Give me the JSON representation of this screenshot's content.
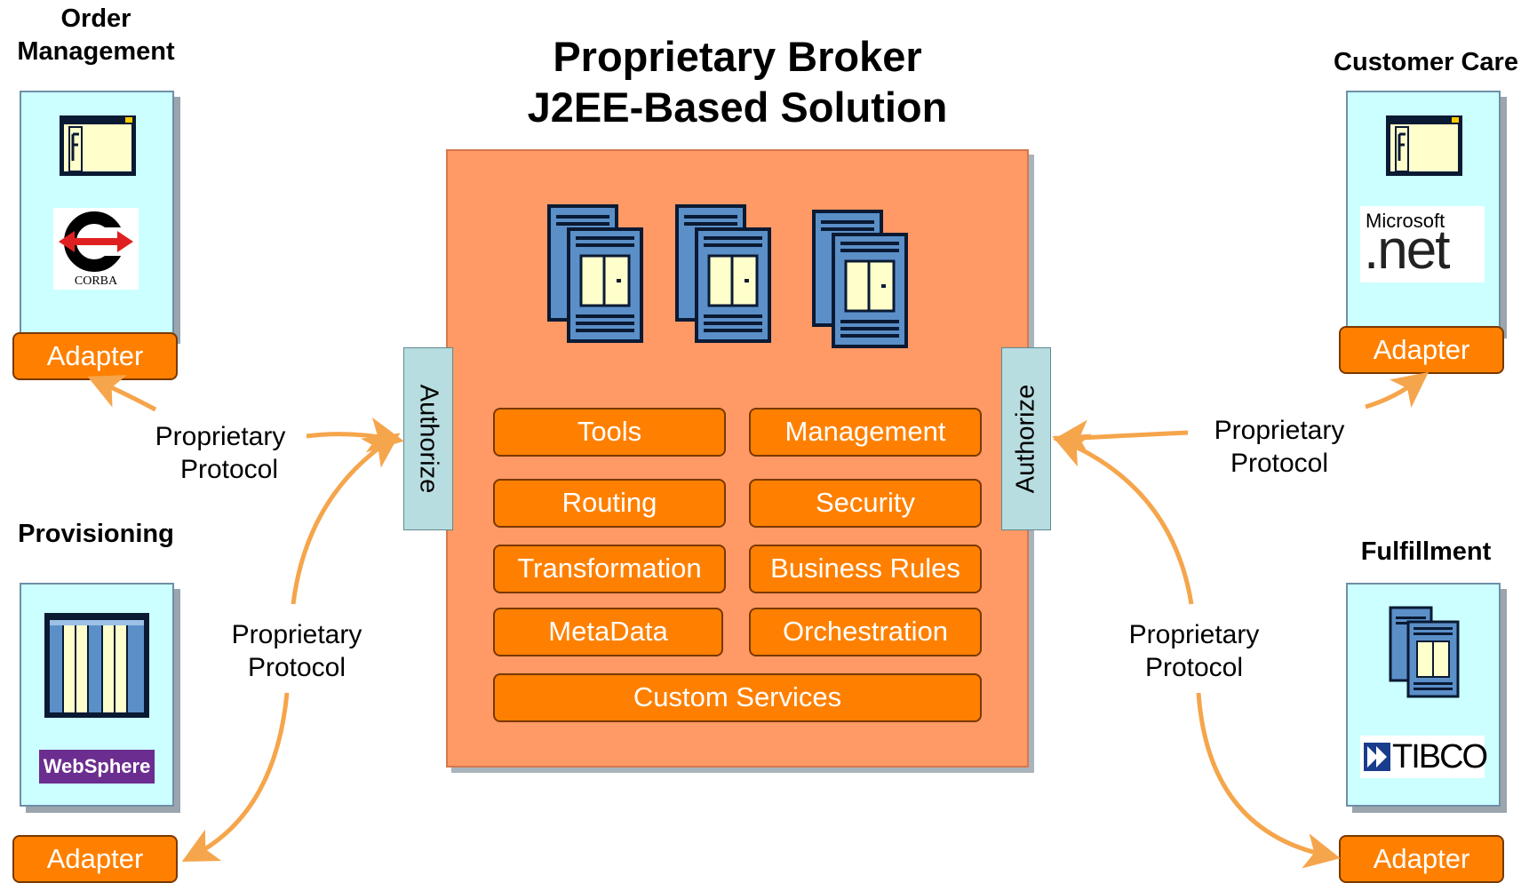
{
  "title": {
    "line1": "Proprietary Broker",
    "line2": "J2EE-Based Solution"
  },
  "systems": {
    "order_management": {
      "line1": "Order",
      "line2": "Management",
      "logo": "CORBA",
      "adapter": "Adapter"
    },
    "provisioning": {
      "title": "Provisioning",
      "logo": "WebSphere",
      "adapter": "Adapter"
    },
    "customer_care": {
      "title": "Customer Care",
      "logo_line1": "Microsoft",
      "logo_line2": ".net",
      "adapter": "Adapter"
    },
    "fulfillment": {
      "title": "Fulfillment",
      "logo": "TIBCO",
      "adapter": "Adapter"
    }
  },
  "authorize": {
    "left": "Authorize",
    "right": "Authorize"
  },
  "services": {
    "tools": "Tools",
    "management": "Management",
    "routing": "Routing",
    "security": "Security",
    "transformation": "Transformation",
    "business_rules": "Business Rules",
    "metadata": "MetaData",
    "orchestration": "Orchestration",
    "custom_services": "Custom Services"
  },
  "protocols": {
    "top_left": {
      "line1": "Proprietary",
      "line2": "Protocol"
    },
    "bottom_left": {
      "line1": "Proprietary",
      "line2": "Protocol"
    },
    "top_right": {
      "line1": "Proprietary",
      "line2": "Protocol"
    },
    "bottom_right": {
      "line1": "Proprietary",
      "line2": "Protocol"
    }
  },
  "colors": {
    "service_fill": "#ff8000",
    "broker_fill": "#ff9966",
    "panel_fill": "#ccffff",
    "authorize_fill": "#b8dde0",
    "arrow": "#f5a54b"
  },
  "icons": [
    "window-app-icon",
    "server-icon",
    "server-rack-icon",
    "corba-logo",
    "websphere-logo",
    "dotnet-logo",
    "tibco-logo"
  ]
}
